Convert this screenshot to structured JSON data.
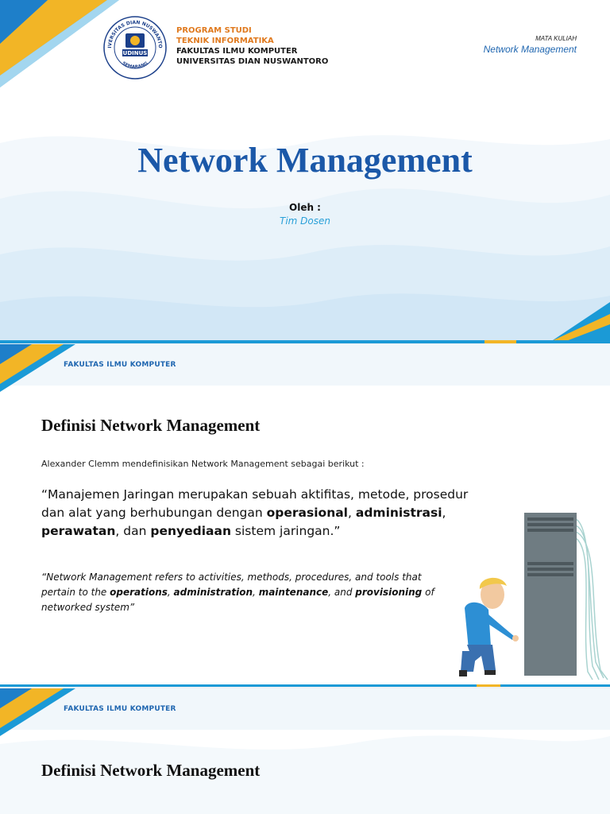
{
  "slide1": {
    "logo": {
      "ring_text_top": "UNIVERSITAS DIAN NUSWANTORO",
      "ring_text_bottom": "SEMARANG",
      "center": "UDINUS"
    },
    "program_line1": "PROGRAM STUDI",
    "program_line2": "TEKNIK INFORMATIKA",
    "faculty": "FAKULTAS ILMU KOMPUTER",
    "university": "UNIVERSITAS DIAN NUSWANTORO",
    "course_label": "MATA KULIAH",
    "course_name": "Network Management",
    "title": "Network Management",
    "by_label": "Oleh :",
    "by_value": "Tim Dosen"
  },
  "slide2": {
    "header": "FAKULTAS ILMU KOMPUTER",
    "heading": "Definisi Network Management",
    "intro": "Alexander Clemm mendefinisikan Network Management sebagai berikut :",
    "quote_id": {
      "p1": "“Manajemen Jaringan merupakan sebuah aktifitas, metode, prosedur dan alat yang berhubungan dengan ",
      "b1": "operasional",
      "p2": ", ",
      "b2": "administrasi",
      "p3": ", ",
      "b3": "perawatan",
      "p4": ", dan ",
      "b4": "penyediaan",
      "p5": " sistem jaringan.”"
    },
    "quote_en": {
      "p1": "“Network Management refers to activities, methods, procedures, and tools that pertain to the ",
      "b1": "operations",
      "p2": ", ",
      "b2": "administration",
      "p3": ", ",
      "b3": "maintenance",
      "p4": ", and ",
      "b4": "provisioning",
      "p5": " of networked system”"
    }
  },
  "slide3": {
    "header": "FAKULTAS ILMU KOMPUTER",
    "heading": "Definisi Network Management"
  },
  "colors": {
    "brand_blue": "#1b58a8",
    "accent_cyan": "#2aa0d8",
    "accent_yellow": "#f2b526",
    "accent_orange": "#e07a1f"
  }
}
